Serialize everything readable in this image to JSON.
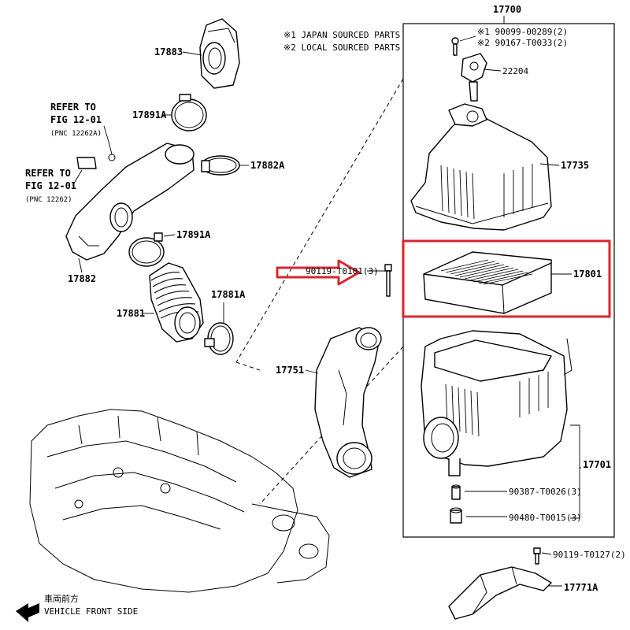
{
  "notes": {
    "japan": "※1 JAPAN SOURCED PARTS",
    "local": "※2 LOCAL SOURCED PARTS"
  },
  "parts": {
    "p17700": "17700",
    "p90099": "※1 90099-00289(2)",
    "p290167": "※2 90167-T0033(2)",
    "p22204": "22204",
    "p17735": "17735",
    "p17801": "17801",
    "p90119a": "90119-T0101(3)",
    "p17701": "17701",
    "p90387": "90387-T0026(3)",
    "p90480": "90480-T0015(3)",
    "p90119b": "90119-T0127(2)",
    "p17771A": "17771A",
    "p17883": "17883",
    "p17891A_1": "17891A",
    "p17882A": "17882A",
    "p17882": "17882",
    "p17891A_2": "17891A",
    "p17881": "17881",
    "p17881A": "17881A",
    "p17751": "17751"
  },
  "refs": {
    "ref1_line1": "REFER TO",
    "ref1_line2": "FIG 12-01",
    "ref1_line3": "(PNC 12262A)",
    "ref2_line1": "REFER TO",
    "ref2_line2": "FIG 12-01",
    "ref2_line3": "(PNC 12262)"
  },
  "footer": {
    "jp_label": "車両前方",
    "en_label": "VEHICLE FRONT SIDE"
  },
  "highlight": {
    "color": "#d9262c"
  }
}
